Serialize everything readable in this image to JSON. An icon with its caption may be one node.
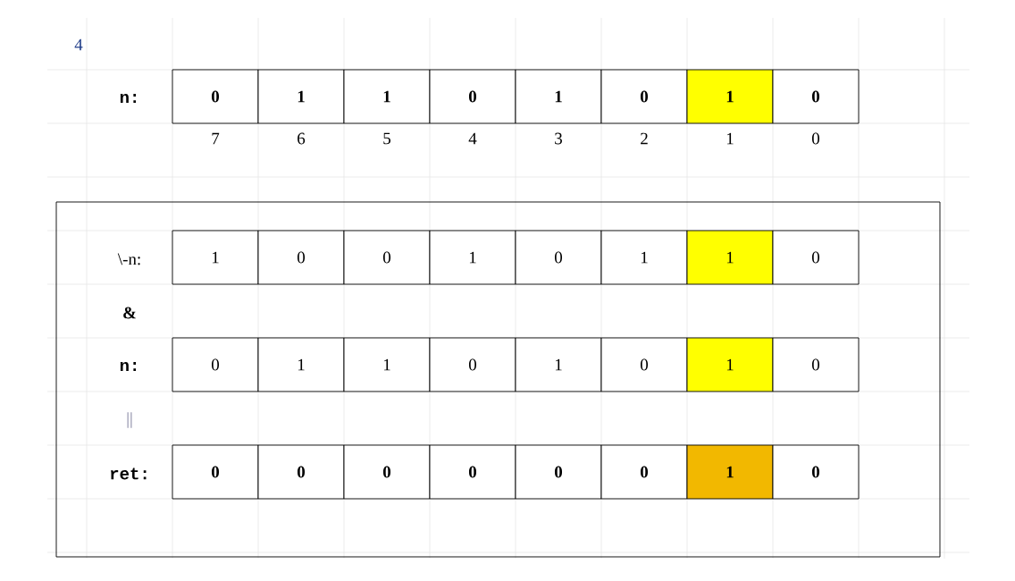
{
  "diagram": {
    "nodes": [
      {
        "text": [
          "0"
        ]
      },
      {
        "text": [
          "1"
        ]
      },
      {
        "text": [
          "1"
        ]
      },
      {
        "text": [
          "0"
        ]
      },
      {
        "text": [
          "1"
        ]
      },
      {
        "text": [
          "0"
        ]
      },
      {
        "text": [
          "1"
        ]
      },
      {
        "text": [
          "0"
        ]
      },
      {
        "text": [],
        "shape": "box"
      },
      {
        "text": [
          "1"
        ],
        "in": 8
      },
      {
        "text": [
          "0"
        ],
        "in": 8
      },
      {
        "text": [
          "0"
        ],
        "in": 8
      },
      {
        "text": [
          "1"
        ],
        "in": 8
      },
      {
        "text": [
          "0"
        ],
        "in": 8
      },
      {
        "text": [
          "1"
        ],
        "in": 8
      },
      {
        "text": [
          "1"
        ],
        "in": 8
      },
      {
        "text": [
          "0"
        ],
        "in": 8
      },
      {
        "text": [
          "0"
        ],
        "in": 8
      },
      {
        "text": [
          "1"
        ],
        "in": 8
      },
      {
        "text": [
          "1"
        ],
        "in": 8
      },
      {
        "text": [
          "0"
        ],
        "in": 8
      },
      {
        "text": [
          "1"
        ],
        "in": 8
      },
      {
        "text": [
          "0"
        ],
        "in": 8
      },
      {
        "text": [
          "1"
        ],
        "in": 8
      },
      {
        "text": [
          "0"
        ],
        "in": 8
      },
      {
        "text": [
          "0"
        ],
        "in": 8
      },
      {
        "text": [
          "0"
        ],
        "in": 8
      },
      {
        "text": [
          "0"
        ],
        "in": 8
      },
      {
        "text": [
          "0"
        ],
        "in": 8
      },
      {
        "text": [
          "0"
        ],
        "in": 8
      },
      {
        "text": [
          "0"
        ],
        "in": 8
      },
      {
        "text": [
          "1"
        ],
        "in": 8
      },
      {
        "text": [
          "0"
        ],
        "in": 8
      }
    ],
    "labels": [
      "4",
      "n:",
      "7",
      "6",
      "5",
      "4",
      "3",
      "2",
      "1",
      "0",
      "\\-n:",
      "&",
      "n:",
      "||",
      "ret:"
    ]
  }
}
